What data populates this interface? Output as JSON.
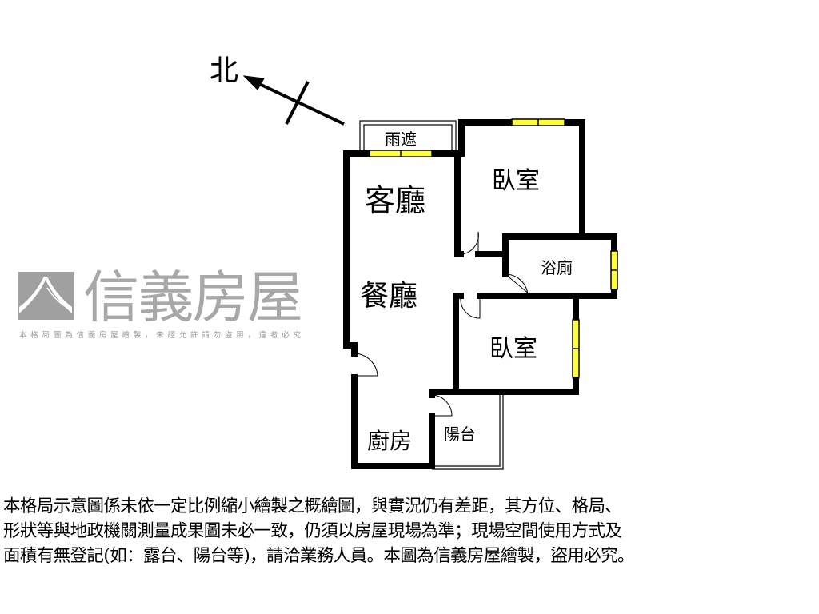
{
  "compass": {
    "label": "北",
    "icon": "north-arrow-icon"
  },
  "rooms": {
    "canopy": "雨遮",
    "living": "客廳",
    "dining": "餐廳",
    "bedroom1": "臥室",
    "bathroom": "浴廁",
    "bedroom2": "臥室",
    "kitchen": "廚房",
    "balcony": "陽台"
  },
  "watermark": {
    "brand": "信義房屋",
    "notice": "本格局圖為信義房屋繪製，未經允許請勿盜用，違者必究",
    "color": "#9a9a9a"
  },
  "colors": {
    "wall": "#000000",
    "window": "#ffff33"
  },
  "disclaimer": [
    "本格局示意圖係未依一定比例縮小繪製之概繪圖，與實況仍有差距，其方位、格局、",
    "形狀等與地政機關測量成果圖未必一致，仍須以房屋現場為準；現場空間使用方式及",
    "面積有無登記(如：露台、陽台等)，請洽業務人員。本圖為信義房屋繪製，盜用必究。"
  ]
}
